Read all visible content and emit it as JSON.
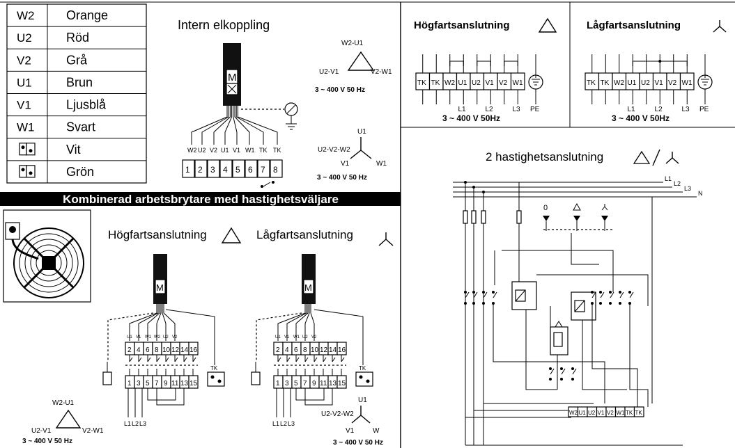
{
  "color_table": [
    {
      "code": "W2",
      "color": "Orange"
    },
    {
      "code": "U2",
      "color": "Röd"
    },
    {
      "code": "V2",
      "color": "Grå"
    },
    {
      "code": "U1",
      "color": "Brun"
    },
    {
      "code": "V1",
      "color": "Ljusblå"
    },
    {
      "code": "W1",
      "color": "Svart"
    },
    {
      "code": "connector-icon-1",
      "color": "Vit"
    },
    {
      "code": "connector-icon-2",
      "color": "Grön"
    }
  ],
  "intern": {
    "title": "Intern elkoppling",
    "motor": "M",
    "terminal_labels": [
      "W2",
      "U2",
      "V2",
      "U1",
      "V1",
      "W1",
      "TK",
      "TK"
    ],
    "terminal_numbers": [
      "1",
      "2",
      "3",
      "4",
      "5",
      "6",
      "7",
      "8"
    ],
    "delta": {
      "top": "W2-U1",
      "left": "U2-V1",
      "right": "V2-W1",
      "voltage": "3 ~ 400 V 50 Hz"
    },
    "star": {
      "top": "U1",
      "left": "U2-V2-W2",
      "bl": "V1",
      "br": "W1",
      "voltage": "3 ~ 400 V 50 Hz"
    }
  },
  "banner": "Kombinerad arbetsbrytare med hastighetsväljare",
  "combined": {
    "high_title": "Högfartsanslutning",
    "low_title": "Lågfartsanslutning",
    "high_wire_labels": [
      "U1",
      "V1",
      "W1",
      "W2",
      "U2",
      "V2"
    ],
    "low_wire_labels": [
      "U1",
      "V1",
      "W1",
      "U2",
      "V2"
    ],
    "top_terms": [
      "2",
      "4",
      "6",
      "8",
      "10",
      "12",
      "14",
      "16"
    ],
    "bot_terms": [
      "1",
      "3",
      "5",
      "7",
      "9",
      "11",
      "13",
      "15"
    ],
    "L_labels": [
      "L1",
      "L2",
      "L3"
    ],
    "tk": "TK",
    "delta": {
      "top": "W2-U1",
      "left": "U2-V1",
      "right": "V2-W1",
      "voltage": "3 ~ 400 V 50 Hz"
    },
    "star": {
      "top": "U1",
      "left": "U2-V2-W2",
      "bl": "V1",
      "br": "W",
      "voltage": "3 ~ 400 V 50 Hz"
    }
  },
  "top_right": {
    "high_title": "Högfartsanslutning",
    "low_title": "Lågfartsanslutning",
    "terms": [
      "TK",
      "TK",
      "W2",
      "U1",
      "U2",
      "V1",
      "V2",
      "W1"
    ],
    "L": [
      "L1",
      "L2",
      "L3"
    ],
    "pe": "PE",
    "voltage": "3 ~ 400 V  50Hz"
  },
  "two_speed": {
    "title": "2 hastighetsanslutning",
    "lines": [
      "L1",
      "L2",
      "L3",
      "N"
    ],
    "zero": "0",
    "terms": [
      "W2",
      "U1",
      "U2",
      "V1",
      "V2",
      "W1",
      "TK",
      "TK"
    ]
  }
}
